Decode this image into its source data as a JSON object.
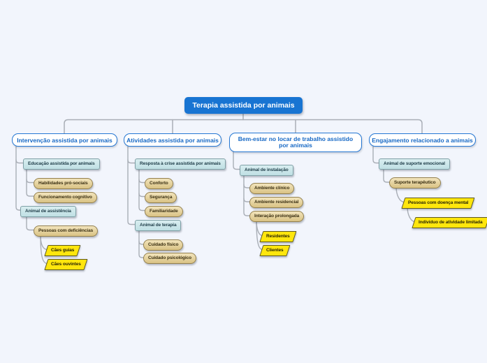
{
  "title": "Terapia assistida por animais",
  "colors": {
    "background": "#f2f5fc",
    "root_fill": "#1874d2",
    "root_text": "#ffffff",
    "branch_border": "#2577d3",
    "branch_text": "#1668c5",
    "topic_fill": "#c9e7ea",
    "topic_border": "#7fa0a6",
    "pill_fill": "#e3cf9b",
    "pill_border": "#93804e",
    "leaf_fill": "#ffe60d",
    "leaf_border": "#5c5820",
    "connector": "#a9aeb6"
  },
  "root": {
    "label": "Terapia assistida por animais"
  },
  "branches": [
    {
      "label": "Intervenção assistida por animais",
      "children": [
        {
          "label": "Educação assistida por animais",
          "children": [
            {
              "label": "Habilidades pró-sociais"
            },
            {
              "label": "Funcionamento cognitivo"
            }
          ]
        },
        {
          "label": "Animal de assistência",
          "children": [
            {
              "label": "Pessoas com deficiências",
              "children": [
                {
                  "label": "Cães guias"
                },
                {
                  "label": "Cães ouvintes"
                }
              ]
            }
          ]
        }
      ]
    },
    {
      "label": "Atividades assistida por animais",
      "children": [
        {
          "label": "Resposta à crise assistida por animais",
          "children": [
            {
              "label": "Conforto"
            },
            {
              "label": "Segurança"
            },
            {
              "label": "Familiaridade"
            }
          ]
        },
        {
          "label": "Animal de terapia",
          "children": [
            {
              "label": "Cuidado físico"
            },
            {
              "label": "Cuidado psicológico"
            }
          ]
        }
      ]
    },
    {
      "label": "Bem-estar no locar de trabalho assistido por animais",
      "children": [
        {
          "label": "Animal de instalação",
          "children": [
            {
              "label": "Ambiente clínico"
            },
            {
              "label": "Ambiente residencial"
            },
            {
              "label": "Interação prolongada",
              "children": [
                {
                  "label": "Residentes"
                },
                {
                  "label": "Clientes"
                }
              ]
            }
          ]
        }
      ]
    },
    {
      "label": "Engajamento relacionado a animais",
      "children": [
        {
          "label": "Animal de suporte emocional",
          "children": [
            {
              "label": "Suporte terapêutico",
              "children": [
                {
                  "label": "Pessoas com doença mental",
                  "children": [
                    {
                      "label": "Indivíduo de atividade limitada"
                    }
                  ]
                }
              ]
            }
          ]
        }
      ]
    }
  ]
}
